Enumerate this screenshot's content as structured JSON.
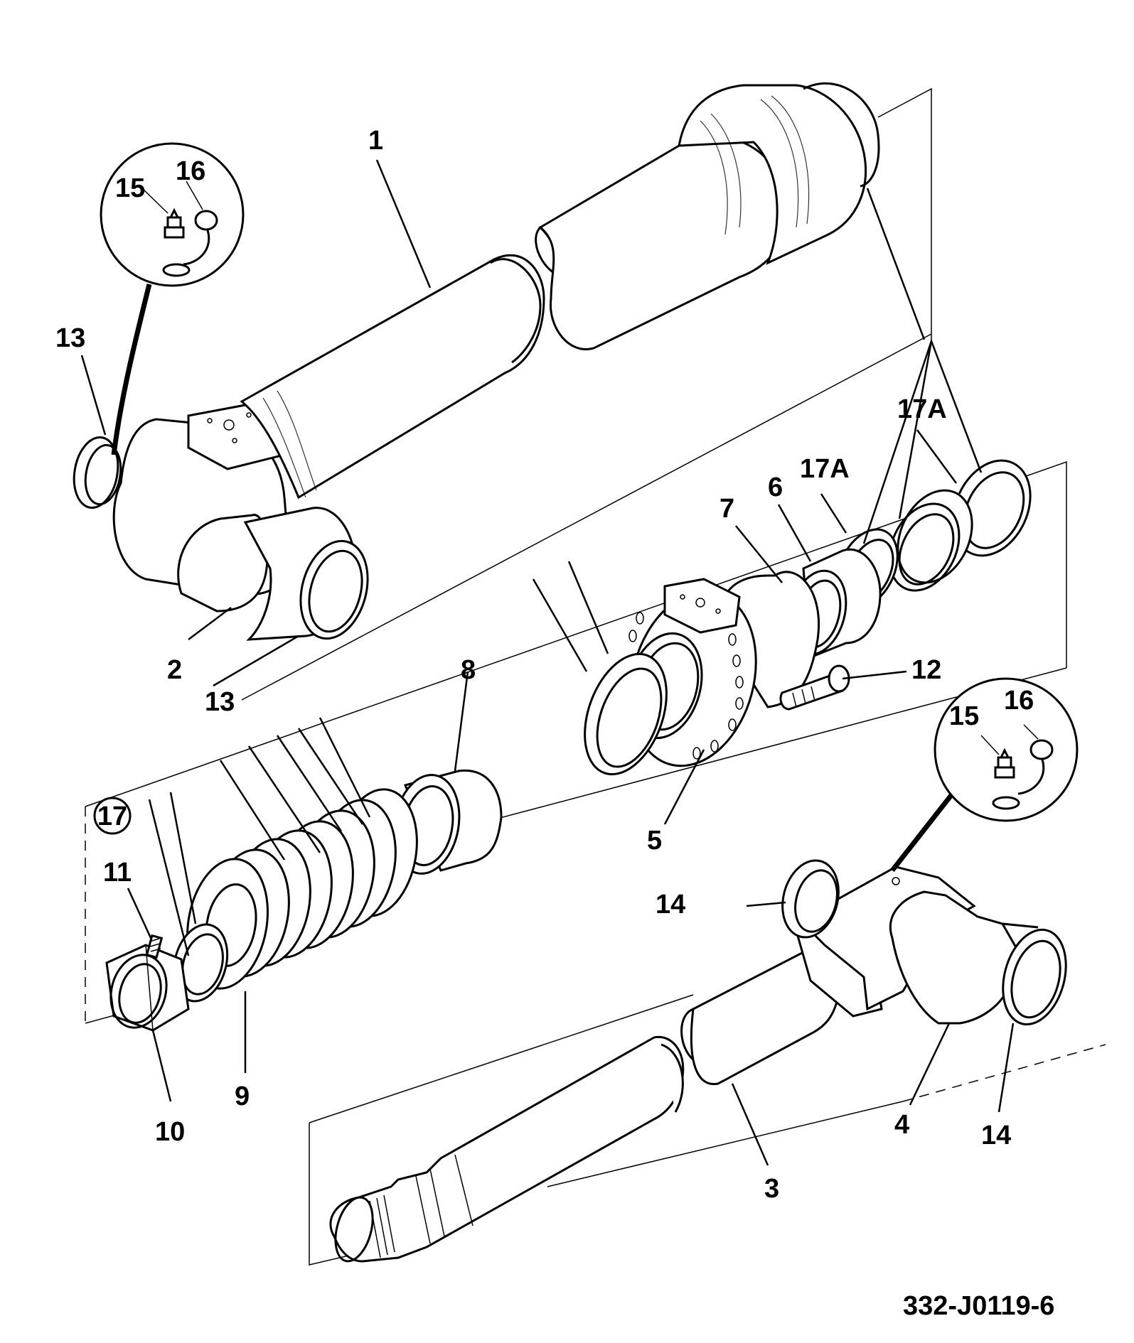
{
  "labels": {
    "p1": "1",
    "p2": "2",
    "p3": "3",
    "p4": "4",
    "p5": "5",
    "p6": "6",
    "p7": "7",
    "p8": "8",
    "p9": "9",
    "p10": "10",
    "p11": "11",
    "p12": "12",
    "p13a": "13",
    "p13b": "13",
    "p14a": "14",
    "p14b": "14",
    "p15a": "15",
    "p15b": "15",
    "p16a": "16",
    "p16b": "16",
    "p17": "17",
    "p17a1": "17A",
    "p17a2": "17A"
  },
  "drawing_ref": "332-J0119-6"
}
